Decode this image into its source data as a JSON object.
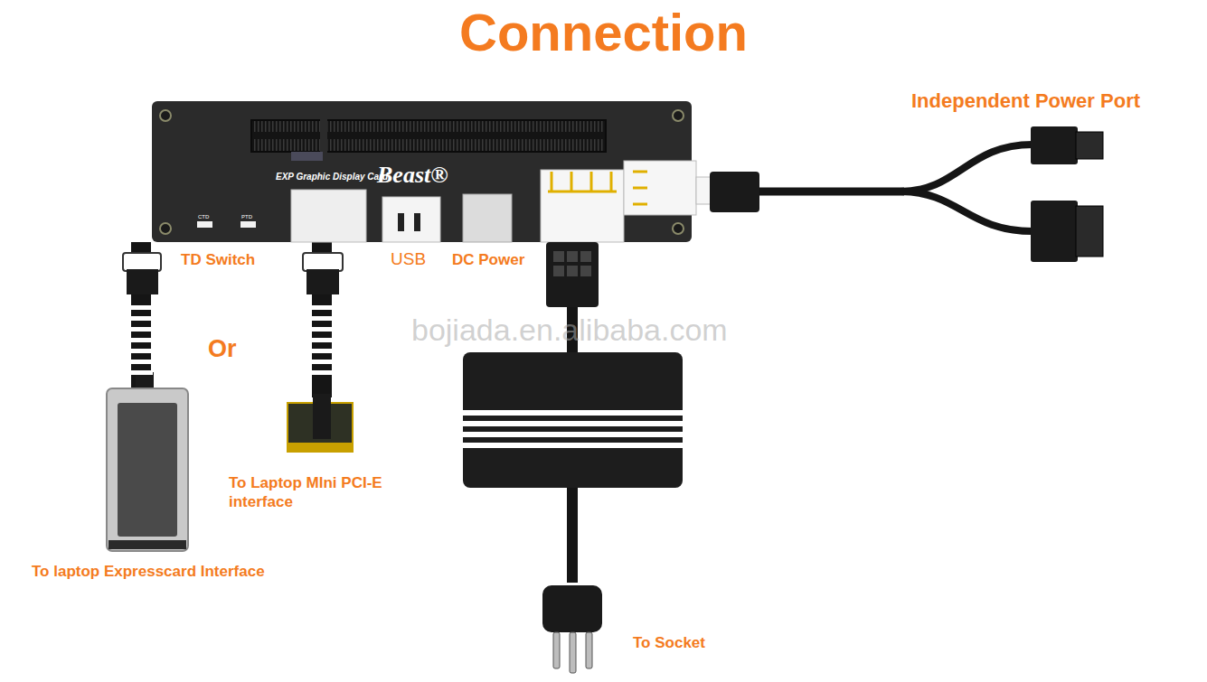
{
  "diagram": {
    "title": "Connection",
    "nodes": [
      {
        "text": [
          "EXP Graphic Display Card",
          "Beast®"
        ]
      },
      {
        "text": [
          "To laptop Expresscard Interface"
        ]
      },
      {
        "text": [
          "To Laptop MIni PCI-E interface"
        ]
      },
      {
        "text": [
          "Independent Power Port"
        ]
      },
      {
        "text": [
          "To Socket"
        ]
      }
    ],
    "edges": [
      {
        "from": 0,
        "to": 1,
        "arrow": "none"
      },
      {
        "from": 0,
        "to": 2,
        "arrow": "none"
      },
      {
        "from": 0,
        "to": 4,
        "arrow": "none"
      },
      {
        "from": 0,
        "to": 3,
        "arrow": "none"
      }
    ],
    "labels": [
      "CTD",
      "PTD",
      "TD Switch",
      "USB",
      "DC Power",
      "Or",
      "bojiada.en.alibaba.com"
    ]
  }
}
